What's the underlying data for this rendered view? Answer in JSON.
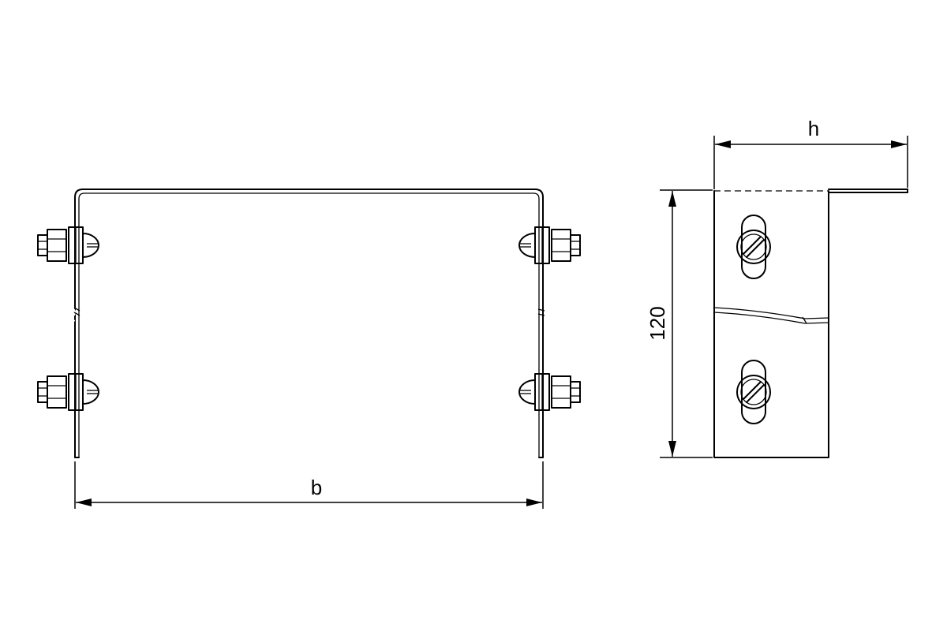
{
  "labels": {
    "width_b": "b",
    "depth_h": "h",
    "height_value": "120"
  },
  "colors": {
    "line": "#000000",
    "background": "#ffffff"
  }
}
